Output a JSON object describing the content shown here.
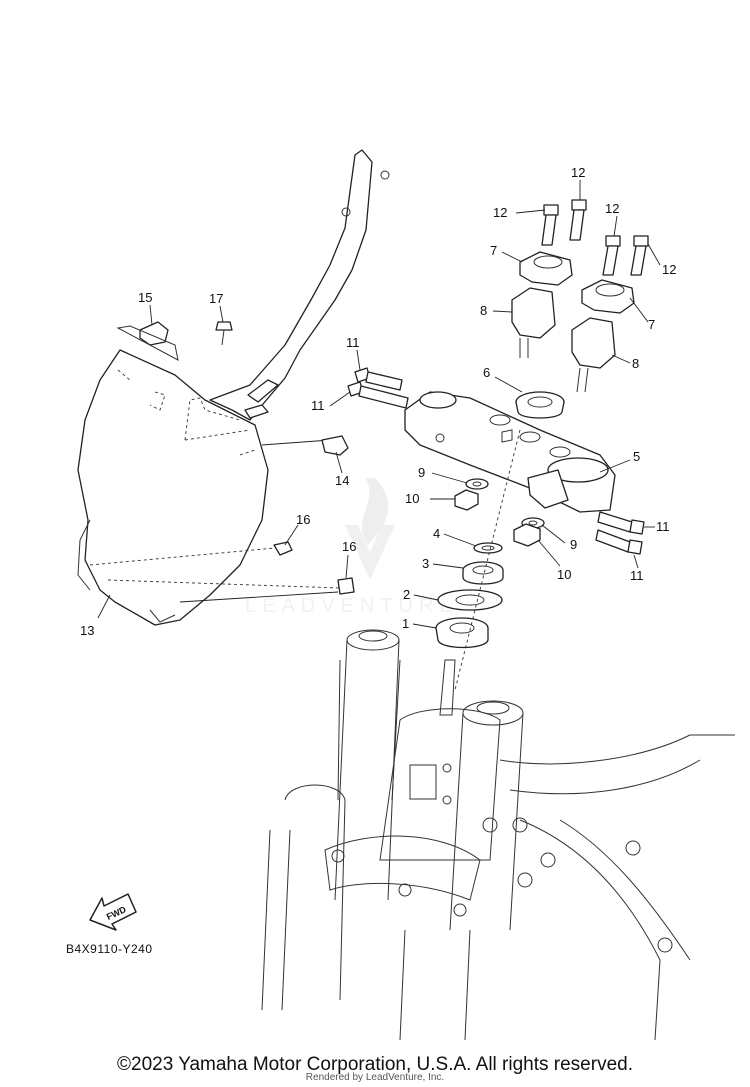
{
  "diagram": {
    "code": "B4X9110-Y240",
    "fwd_label": "FWD",
    "watermark": "LEADVENTURE",
    "callouts": [
      "1",
      "2",
      "3",
      "4",
      "5",
      "6",
      "7",
      "7",
      "8",
      "8",
      "9",
      "9",
      "10",
      "10",
      "11",
      "11",
      "11",
      "11",
      "12",
      "12",
      "12",
      "12",
      "13",
      "14",
      "15",
      "16",
      "16",
      "17"
    ]
  },
  "footer": {
    "copyright": "©2023 Yamaha Motor Corporation, U.S.A. All rights reserved.",
    "rendered_by": "Rendered by LeadVenture, Inc."
  }
}
